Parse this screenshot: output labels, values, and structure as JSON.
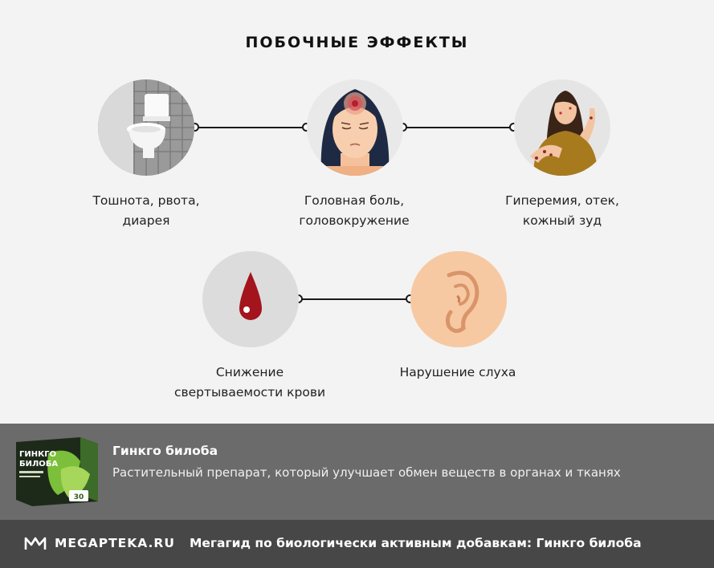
{
  "title": "ПОБОЧНЫЕ ЭФФЕКТЫ",
  "effects": [
    {
      "line1": "Тошнота, рвота,",
      "line2": "диарея",
      "icon": "toilet-icon"
    },
    {
      "line1": "Головная боль,",
      "line2": "головокружение",
      "icon": "headache-icon"
    },
    {
      "line1": "Гиперемия, отек,",
      "line2": "кожный зуд",
      "icon": "itching-skin-icon"
    },
    {
      "line1": "Снижение",
      "line2": "свертываемости крови",
      "icon": "blood-drop-icon"
    },
    {
      "line1": "Нарушение слуха",
      "line2": "",
      "icon": "ear-icon"
    }
  ],
  "product": {
    "name": "Гинкго билоба",
    "description": "Растительный препарат, который улучшает обмен веществ в органах и тканях",
    "box_line1": "ГИНКГО",
    "box_line2": "БИЛОБА",
    "box_count": "30"
  },
  "footer": {
    "logo": "MEGAPTEKA.RU",
    "text": "Мегагид по биологически активным добавкам: Гинкго билоба"
  },
  "colors": {
    "background": "#f3f3f3",
    "info_bar": "#6b6b6b",
    "footer": "#474747",
    "blood": "#a3141d",
    "skin": "#f7c9a3"
  }
}
